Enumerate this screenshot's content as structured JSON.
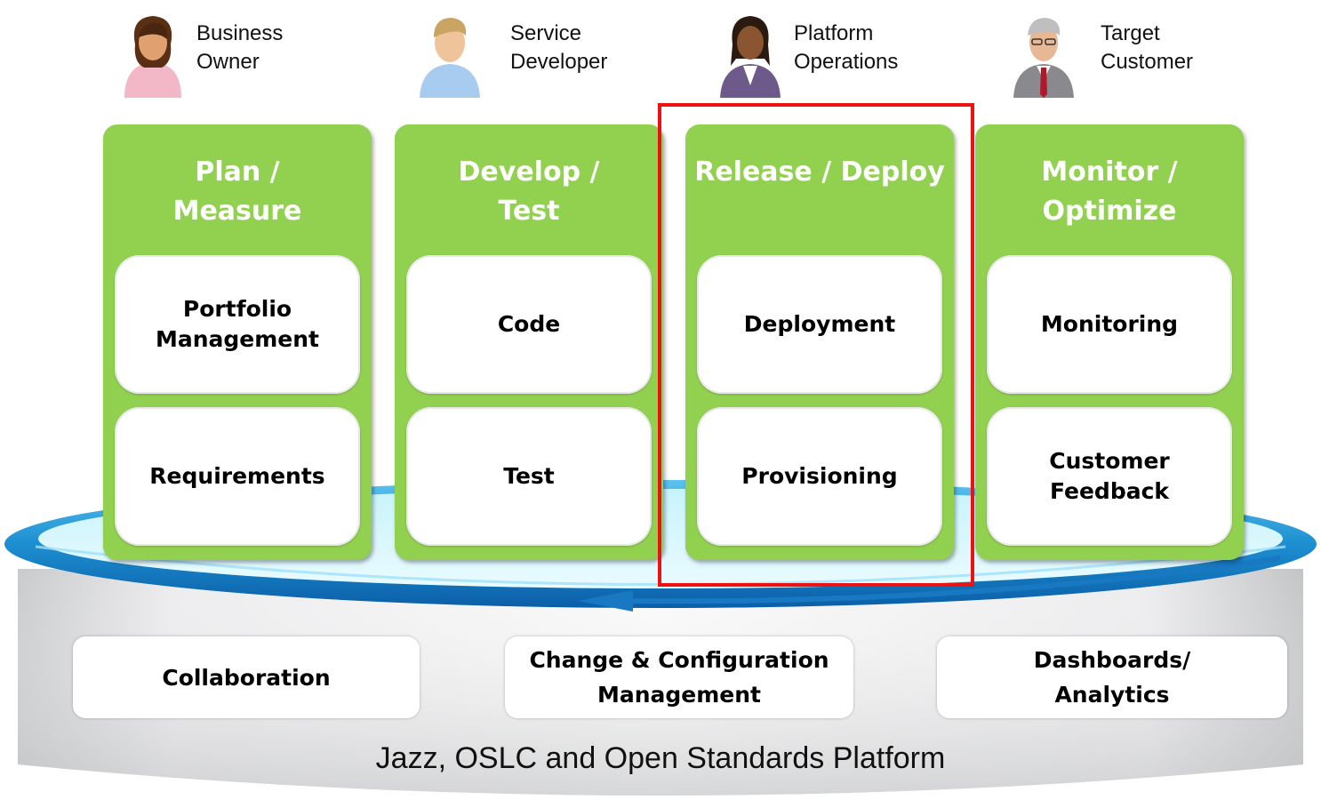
{
  "personas": [
    {
      "id": "business-owner",
      "label": "Business Owner",
      "icon": "business-owner-avatar-icon"
    },
    {
      "id": "service-developer",
      "label": "Service Developer",
      "icon": "service-developer-avatar-icon"
    },
    {
      "id": "platform-operations",
      "label": "Platform Operations",
      "icon": "platform-operations-avatar-icon"
    },
    {
      "id": "target-customer",
      "label": "Target Customer",
      "icon": "target-customer-avatar-icon"
    }
  ],
  "columns": [
    {
      "title": "Plan / Measure",
      "cards": [
        "Portfolio Management",
        "Requirements"
      ]
    },
    {
      "title": "Develop / Test",
      "cards": [
        "Code",
        "Test"
      ]
    },
    {
      "title": "Release / Deploy",
      "cards": [
        "Deployment",
        "Provisioning"
      ]
    },
    {
      "title": "Monitor / Optimize",
      "cards": [
        "Monitoring",
        "Customer Feedback"
      ]
    }
  ],
  "platform": {
    "cards": [
      "Collaboration",
      "Change & Configuration Management",
      "Dashboards/ Analytics"
    ],
    "title": "Jazz, OSLC and Open Standards Platform"
  },
  "colors": {
    "column_green": "#92d050",
    "highlight_red": "#ee1111",
    "ring_blue": "#2a9ad6",
    "cylinder_gray": "#d9dadc"
  }
}
